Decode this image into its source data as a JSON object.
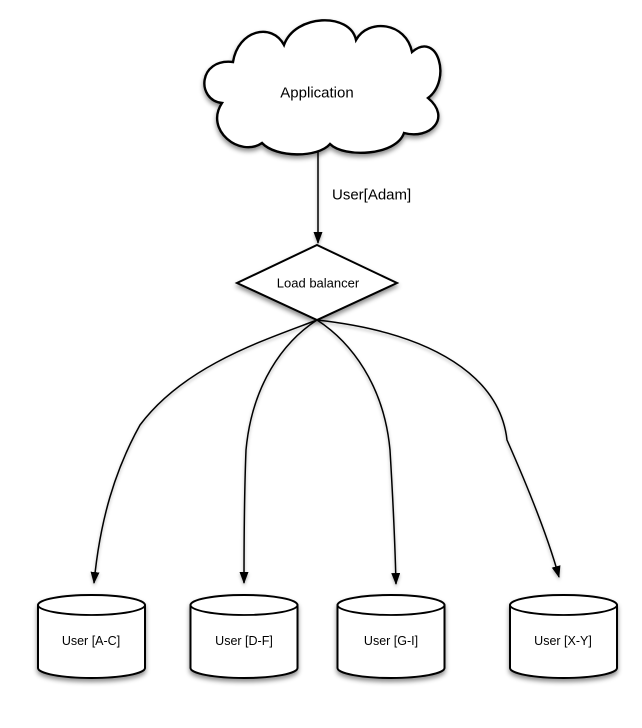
{
  "diagram": {
    "background": "#ffffff",
    "stroke_color": "#000000",
    "fill_color": "#ffffff",
    "nodes": {
      "application": {
        "label": "Application",
        "shape": "cloud"
      },
      "load_balancer": {
        "label": "Load balancer",
        "shape": "diamond"
      },
      "shards": [
        {
          "label": "User [A-C]",
          "shape": "cylinder"
        },
        {
          "label": "User [D-F]",
          "shape": "cylinder"
        },
        {
          "label": "User [G-I]",
          "shape": "cylinder"
        },
        {
          "label": "User [X-Y]",
          "shape": "cylinder"
        }
      ]
    },
    "edges": [
      {
        "from": "application",
        "to": "load_balancer",
        "label": "User[Adam]"
      },
      {
        "from": "load_balancer",
        "to": "shard_0",
        "label": ""
      },
      {
        "from": "load_balancer",
        "to": "shard_1",
        "label": ""
      },
      {
        "from": "load_balancer",
        "to": "shard_2",
        "label": ""
      },
      {
        "from": "load_balancer",
        "to": "shard_3",
        "label": ""
      }
    ]
  }
}
